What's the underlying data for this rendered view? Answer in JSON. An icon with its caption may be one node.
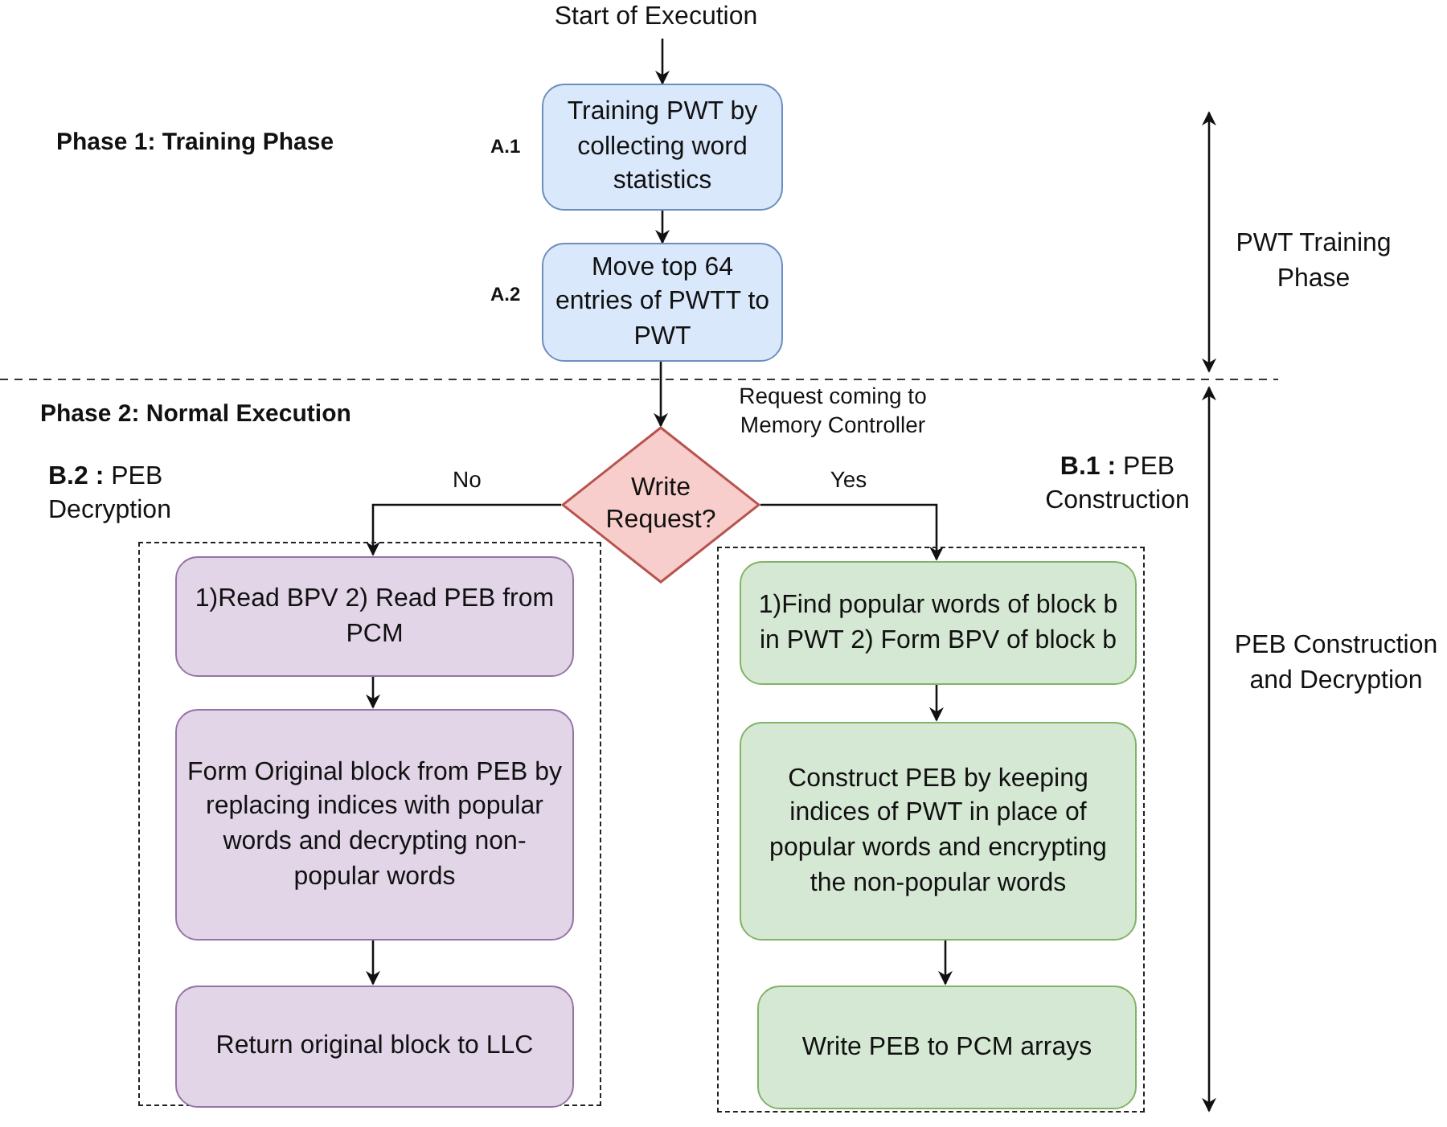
{
  "diagram": {
    "nodes": [
      {
        "text": [
          "Start of Execution"
        ]
      },
      {
        "text": [
          "Training PWT by collecting word statistics"
        ],
        "beside": [
          "A.1"
        ]
      },
      {
        "text": [
          "Move top 64 entries of PWTT to PWT"
        ],
        "beside": [
          "A.2"
        ]
      },
      {
        "text": [
          "Write Request?"
        ]
      },
      {
        "text": [
          "**B.2 :** PEB Decryption"
        ]
      },
      {
        "text": [
          "1)Read BPV 2) Read PEB from PCM"
        ],
        "in": 4
      },
      {
        "text": [
          "Form Original block from PEB by replacing indices with popular words and decrypting non-popular words"
        ],
        "in": 4
      },
      {
        "text": [
          "Return original block to LLC"
        ],
        "in": 4
      },
      {
        "text": [
          "**B.1 :** PEB Construction"
        ]
      },
      {
        "text": [
          "1)Find popular words of block b in PWT 2) Form BPV of block b"
        ],
        "in": 8
      },
      {
        "text": [
          "Construct PEB by keeping indices of PWT in place of popular words and encrypting the non-popular words"
        ],
        "in": 8
      },
      {
        "text": [
          "Write PEB to PCM arrays"
        ],
        "in": 8
      }
    ],
    "edges": [
      {
        "from": 0,
        "to": 1,
        "arrow": "to"
      },
      {
        "from": 1,
        "to": 2,
        "arrow": "to"
      },
      {
        "from": 2,
        "to": 3,
        "arrow": "to",
        "label": "Request coming to Memory Controller"
      },
      {
        "from": 3,
        "to": 5,
        "arrow": "to",
        "label": "No"
      },
      {
        "from": 3,
        "to": 9,
        "arrow": "to",
        "label": "Yes"
      },
      {
        "from": 5,
        "to": 6,
        "arrow": "to"
      },
      {
        "from": 6,
        "to": 7,
        "arrow": "to"
      },
      {
        "from": 9,
        "to": 10,
        "arrow": "to"
      },
      {
        "from": 10,
        "to": 11,
        "arrow": "to"
      }
    ],
    "labels": [
      "Phase 1: Training Phase",
      "Phase 2: Normal Execution",
      "PWT Training Phase",
      "PEB Construction and Decryption"
    ]
  }
}
